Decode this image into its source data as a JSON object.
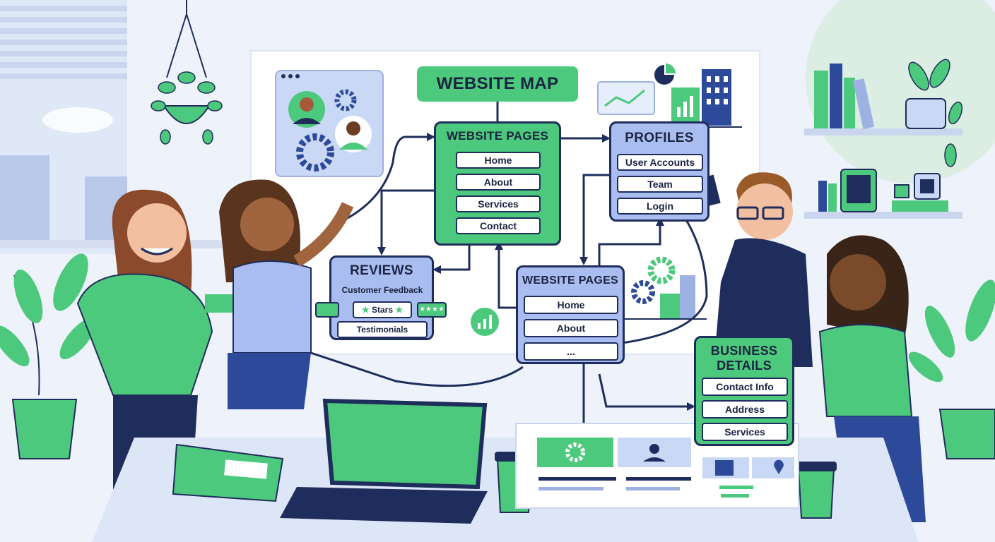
{
  "map_title": "WEBSITE MAP",
  "pages_top": {
    "title": "WEBSITE PAGES",
    "items": [
      "Home",
      "About",
      "Services",
      "Contact"
    ]
  },
  "profiles": {
    "title": "PROFILES",
    "items": [
      "User Accounts",
      "Team",
      "Login"
    ]
  },
  "reviews": {
    "title": "REVIEWS",
    "items": [
      "Customer Feedback",
      "Stars",
      "Testimonials"
    ]
  },
  "pages_mid": {
    "title": "WEBSITE PAGES",
    "items": [
      "Home",
      "About",
      "..."
    ]
  },
  "business": {
    "title_line1": "BUSINESS",
    "title_line2": "DETAILS",
    "items": [
      "Contact Info",
      "Address",
      "Services"
    ]
  },
  "colors": {
    "green": "#4cc97c",
    "navy": "#1f2d5c",
    "blue": "#a9bdf0",
    "board": "#ffffff",
    "background": "#eef3fb"
  },
  "icons": [
    "gear-icon",
    "user-avatar-icon",
    "bar-chart-icon",
    "pie-chart-icon",
    "building-icon",
    "star-icon",
    "map-pin-icon",
    "laptop-icon",
    "coffee-cup-icon",
    "notebook-icon",
    "plant-icon"
  ]
}
